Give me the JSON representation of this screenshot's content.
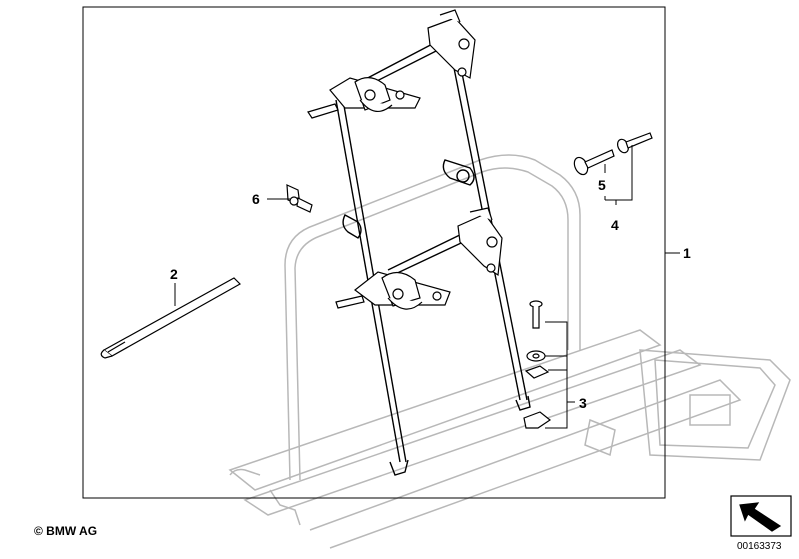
{
  "diagram": {
    "callouts": [
      {
        "id": "1",
        "label": "1"
      },
      {
        "id": "2",
        "label": "2"
      },
      {
        "id": "3",
        "label": "3"
      },
      {
        "id": "4",
        "label": "4"
      },
      {
        "id": "5",
        "label": "5"
      },
      {
        "id": "6",
        "label": "6"
      }
    ]
  },
  "footer": {
    "copyright": "© BMW AG",
    "part_number": "00163373"
  },
  "colors": {
    "line": "#000000",
    "ghost": "#b8b8b8",
    "background": "#ffffff"
  }
}
